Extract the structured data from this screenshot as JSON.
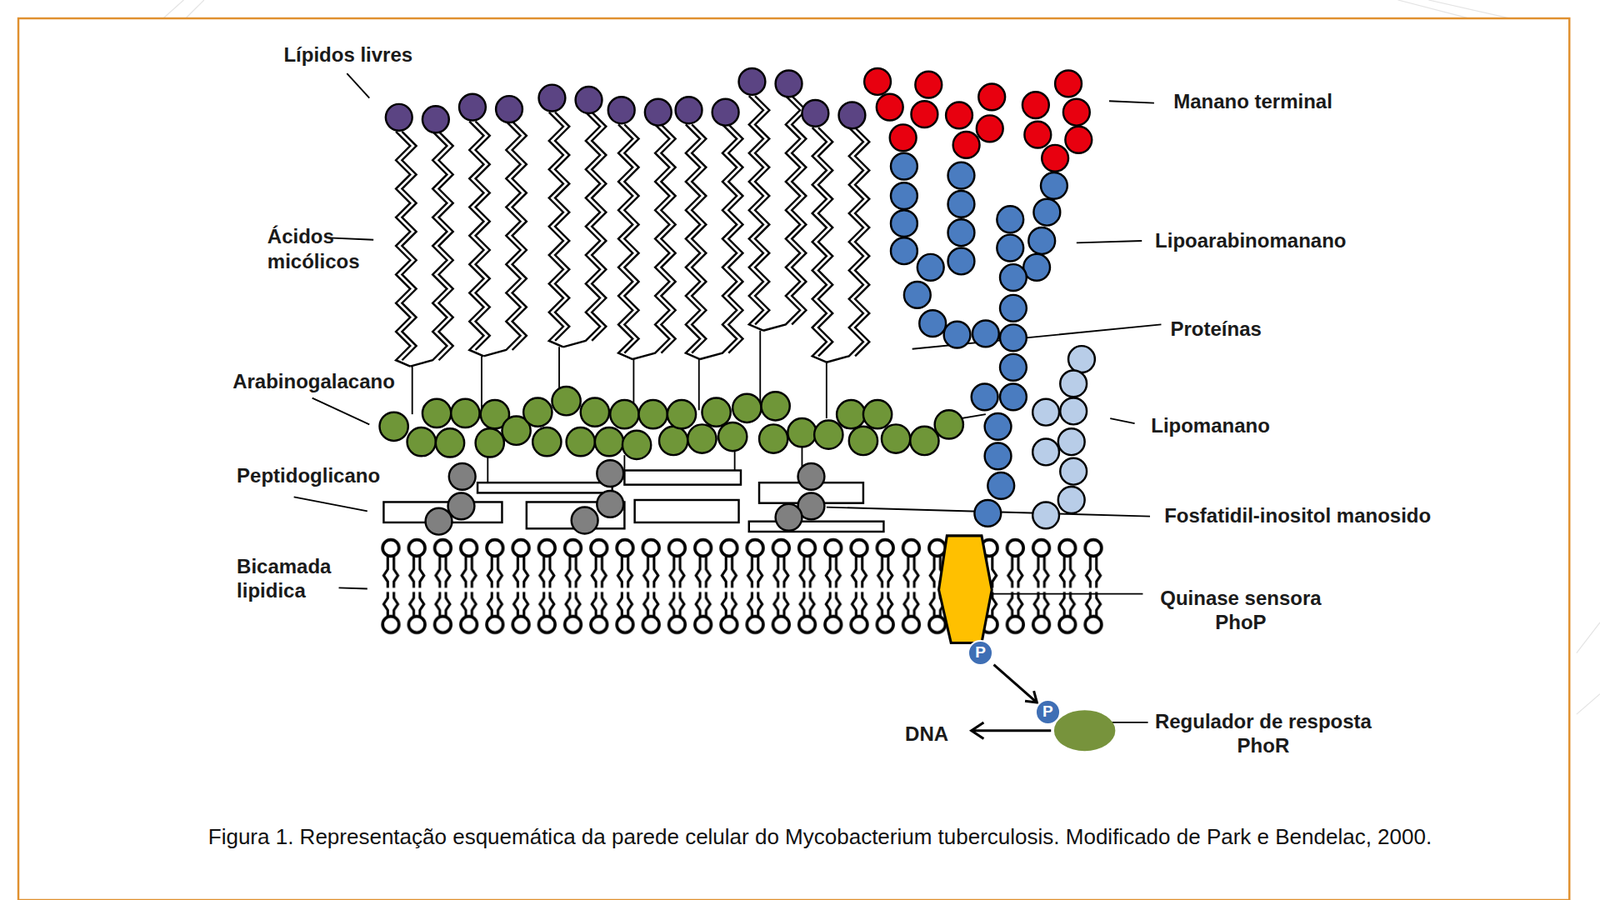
{
  "diagram": {
    "caption": "Figura 1. Representação esquemática da parede celular do Mycobacterium tuberculosis. Modificado de Park e Bendelac, 2000.",
    "nodes": [
      {
        "text": [
          "P"
        ]
      },
      {
        "text": [
          "P"
        ]
      }
    ],
    "edges": [
      {
        "from": 0,
        "to": 1,
        "arrow": "to"
      }
    ],
    "labels": [
      "Lípidos livres",
      "Ácidos micólicos",
      "Arabinogalacano",
      "Peptidoglicano",
      "Bicamada lipidica",
      "Manano terminal",
      "Lipoarabinomanano",
      "Proteínas",
      "Lipomanano",
      "Fosfatidil-inositol manosido",
      "Quinase sensora PhoP",
      "Regulador de resposta PhoR",
      "DNA"
    ]
  }
}
